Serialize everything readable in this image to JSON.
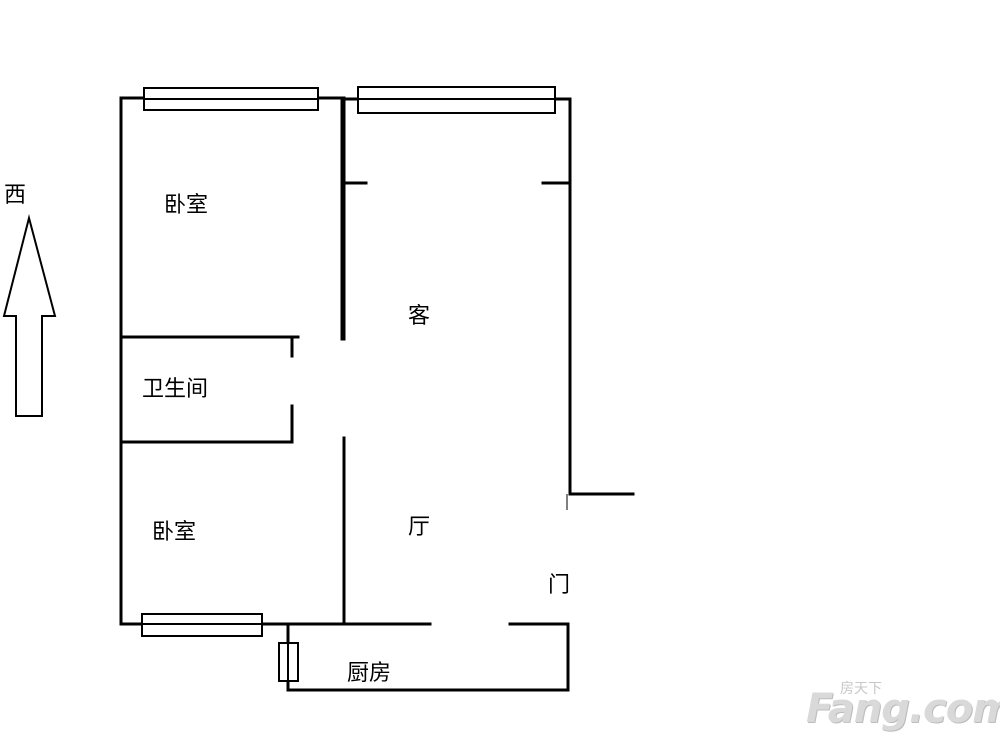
{
  "orientation": {
    "label": "西",
    "arrow_icon": "north-arrow-icon"
  },
  "rooms": {
    "bedroom_top": "卧室",
    "bathroom": "卫生间",
    "bedroom_bottom": "卧室",
    "living_1": "客",
    "living_2": "厅",
    "door": "门",
    "kitchen": "厨房"
  },
  "watermark": {
    "brand": "Fang.com",
    "sub": "房天下"
  },
  "colors": {
    "wall": "#000000",
    "watermark": "#d9d9d9"
  }
}
